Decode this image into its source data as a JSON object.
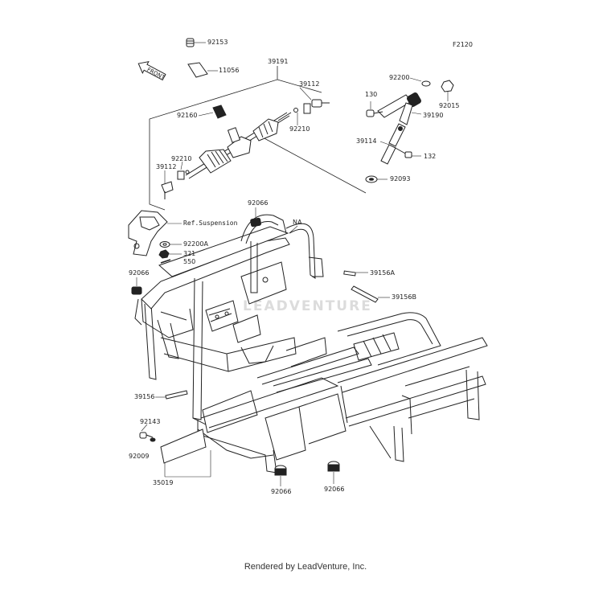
{
  "figure_code": "F2120",
  "front_badge": "FRONT",
  "watermark": "LEADVENTURE",
  "footer": "Rendered by LeadVenture, Inc.",
  "labels": {
    "p92153": "92153",
    "p11056": "11056",
    "p39191": "39191",
    "p39112_top": "39112",
    "p92160": "92160",
    "p92210_right": "92210",
    "p92210_left": "92210",
    "p39112_left": "39112",
    "ref_suspension": "Ref.Suspension",
    "p92066_top": "92066",
    "na": "NA",
    "p92200a": "92200A",
    "p321": "321",
    "p550": "550",
    "p92066_left": "92066",
    "p92200": "92200",
    "p130": "130",
    "p92015": "92015",
    "p39190": "39190",
    "p39114": "39114",
    "p132": "132",
    "p92093": "92093",
    "p39156a": "39156A",
    "p39156b": "39156B",
    "p39156": "39156",
    "p92143": "92143",
    "p92009": "92009",
    "p35019": "35019",
    "p92066_bot1": "92066",
    "p92066_bot2": "92066"
  }
}
